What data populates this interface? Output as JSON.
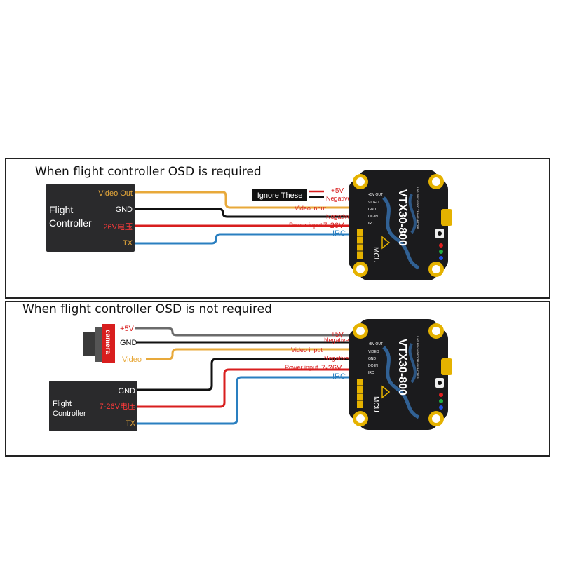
{
  "colors": {
    "orange": "#e8a93a",
    "black": "#111111",
    "red": "#d81e1e",
    "blue": "#2a7fc0",
    "gray": "#6b6b6b",
    "board": "#1b1b1d",
    "pad": "#e5b200"
  },
  "top": {
    "title": "When flight controller OSD is required",
    "fc": {
      "line1": "Flight",
      "line2": "Controller"
    },
    "pins": {
      "video_out": "Video Out",
      "gnd": "GND",
      "power": "26V电压",
      "tx": "TX"
    },
    "ignore": "Ignore These",
    "vtx_labels": {
      "plus5v": "+5V",
      "neg1": "Negative electrode",
      "video": "Video input",
      "neg2": "Negative electrode",
      "power": "Power input",
      "volt": "7-26V",
      "irc": "IRC"
    }
  },
  "bottom": {
    "title": "When flight controller OSD is not required",
    "camera": {
      "label": "camera",
      "plus5v": "+5V",
      "gnd": "GND",
      "video": "Video"
    },
    "fc": {
      "line1": "Flight",
      "line2": "Controller"
    },
    "pins": {
      "gnd": "GND",
      "power": "7-26V电压",
      "tx": "TX"
    },
    "vtx_labels": {
      "plus5v": "+5V",
      "neg1": "Negative electrode",
      "video": "Video input",
      "neg2": "Negative electrode",
      "power": "Power input",
      "volt": "7-26V",
      "irc": "IRC"
    }
  },
  "vtx": {
    "model": "VTX30-800",
    "mcu": "MCU",
    "pin_labels": [
      "+5V OUT",
      "VIDEO",
      "GND",
      "DC-IN",
      "IRC"
    ],
    "sub": "5.8G FPV VIDEO TRANSMITTER"
  }
}
